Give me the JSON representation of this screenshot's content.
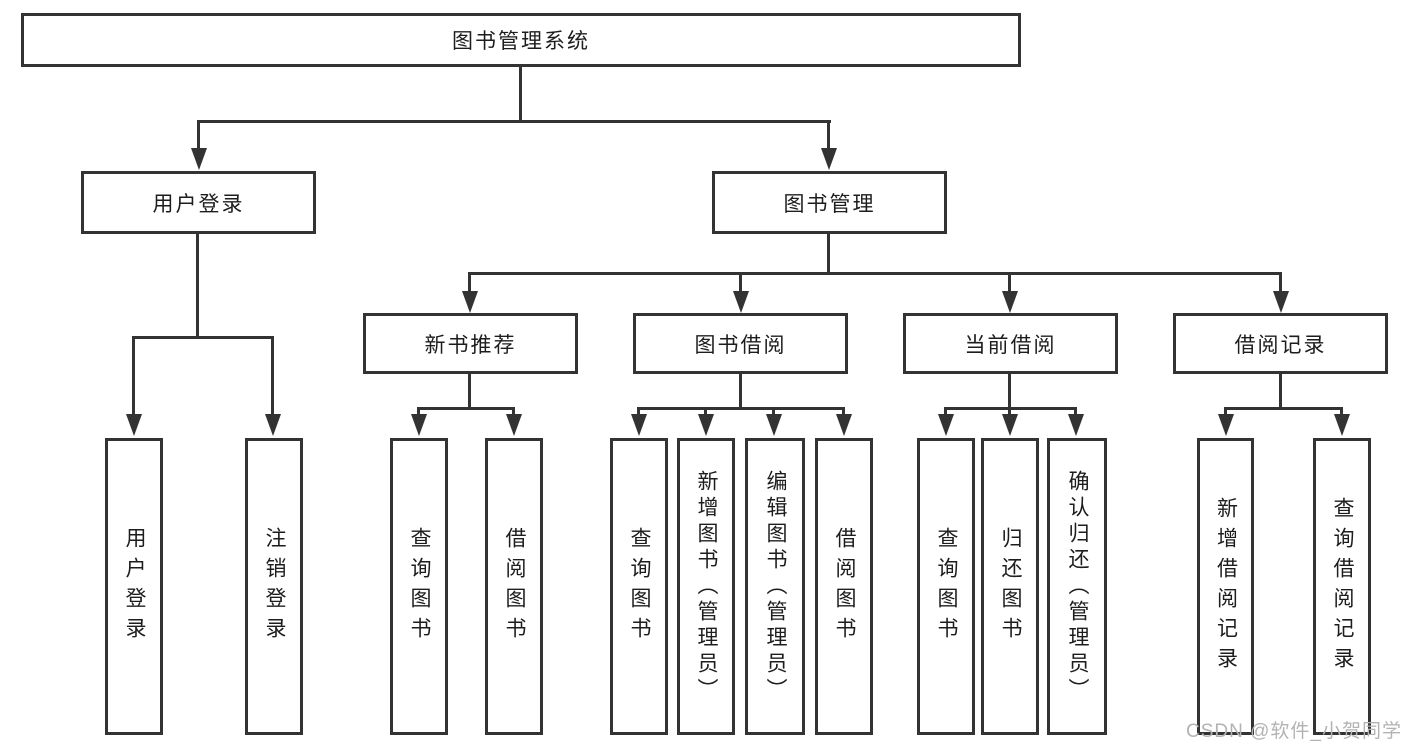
{
  "diagram": {
    "title_node": {
      "label": "图书管理系统"
    },
    "level2": [
      {
        "id": "user-login",
        "label": "用户登录"
      },
      {
        "id": "book-management",
        "label": "图书管理"
      }
    ],
    "level3": [
      {
        "id": "new-book-recommend",
        "label": "新书推荐"
      },
      {
        "id": "book-borrowing",
        "label": "图书借阅"
      },
      {
        "id": "current-borrowing",
        "label": "当前借阅"
      },
      {
        "id": "borrowing-records",
        "label": "借阅记录"
      }
    ],
    "leaves": [
      {
        "id": "user-login-action",
        "label": "用户登录"
      },
      {
        "id": "logout-action",
        "label": "注销登录"
      },
      {
        "id": "query-books-recommend",
        "label": "查询图书"
      },
      {
        "id": "borrow-books-recommend",
        "label": "借阅图书"
      },
      {
        "id": "query-books-borrowing",
        "label": "查询图书"
      },
      {
        "id": "add-books-admin",
        "label": "新增图书（管理员）"
      },
      {
        "id": "edit-books-admin",
        "label": "编辑图书（管理员）"
      },
      {
        "id": "borrow-books-borrowing",
        "label": "借阅图书"
      },
      {
        "id": "query-books-current",
        "label": "查询图书"
      },
      {
        "id": "return-books",
        "label": "归还图书"
      },
      {
        "id": "confirm-return-admin",
        "label": "确认归还（管理员）"
      },
      {
        "id": "add-borrow-record",
        "label": "新增借阅记录"
      },
      {
        "id": "query-borrow-record",
        "label": "查询借阅记录"
      }
    ]
  },
  "icons": {
    "connector_arrow": "arrow-down"
  },
  "colors": {
    "line": "#333333",
    "text": "#1d1d1d",
    "watermark": "#b3b3b3",
    "background": "#ffffff"
  },
  "watermark": {
    "text": "CSDN @软件_小贺同学"
  }
}
